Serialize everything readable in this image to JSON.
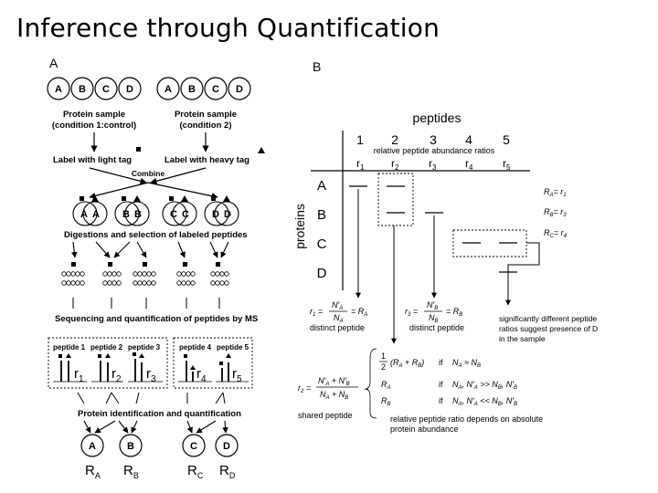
{
  "slide": {
    "title": "Inference through Quantification"
  },
  "panel_a": {
    "label": "A",
    "proteins": [
      "A",
      "B",
      "C",
      "D"
    ],
    "sample1": [
      "Protein sample",
      "(condition 1:control)"
    ],
    "sample2": [
      "Protein sample",
      "(condition 2)"
    ],
    "label_light": "Label with light tag",
    "label_heavy": "Label with heavy tag",
    "combine": "Combine",
    "digestion": "Digestions and selection of labeled peptides",
    "sequencing": "Sequencing and quantification of peptides by MS",
    "peptides": [
      "peptide 1",
      "peptide 2",
      "peptide 3",
      "peptide 4",
      "peptide 5"
    ],
    "ratios": [
      "r",
      "r",
      "r",
      "r",
      "r"
    ],
    "ratio_subs": [
      "1",
      "2",
      "3",
      "4",
      "5"
    ],
    "identification": "Protein identification and quantification",
    "results": [
      "R",
      "R",
      "R",
      "R"
    ],
    "result_subs": [
      "A",
      "B",
      "C",
      "D"
    ]
  },
  "panel_b": {
    "label": "B",
    "peptides_header": "peptides",
    "proteins_header": "proteins",
    "peptide_numbers": [
      "1",
      "2",
      "3",
      "4",
      "5"
    ],
    "subheader": "relative peptide abundance ratios",
    "ratio_symbol": "r",
    "proteins": [
      "A",
      "B",
      "C",
      "D"
    ],
    "right_r": "R",
    "right_eq": "= r",
    "right_labels": [
      [
        "A",
        "1"
      ],
      [
        "B",
        "3"
      ],
      [
        "C",
        "4"
      ]
    ],
    "distinct1": "distinct peptide",
    "distinct2": "distinct peptide",
    "significant": [
      "significantly different peptide",
      "ratios suggest presence of D",
      "in the sample"
    ],
    "shared": "shared peptide",
    "if_word": "if",
    "note": [
      "relative peptide ratio depends on absolute",
      "protein abundance"
    ]
  }
}
